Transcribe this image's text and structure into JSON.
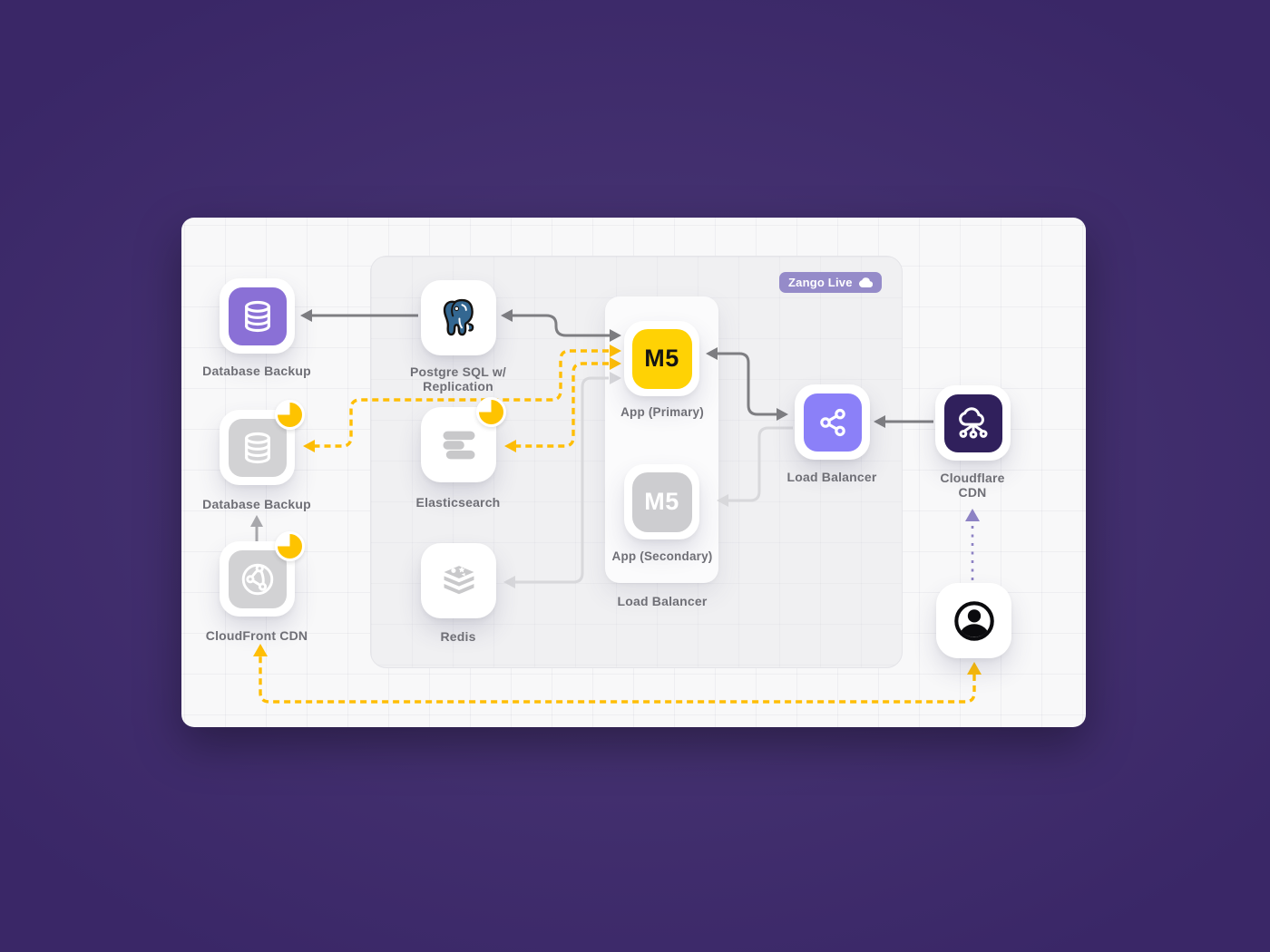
{
  "badge": {
    "label": "Zango Live",
    "icon": "cloud-icon",
    "bg": "#958bc9"
  },
  "nodes": {
    "db_backup_top": {
      "label": "Database Backup"
    },
    "postgres": {
      "label": "Postgre SQL w/\nReplication"
    },
    "db_backup_mid": {
      "label": "Database Backup"
    },
    "elasticsearch": {
      "label": "Elasticsearch"
    },
    "cloudfront": {
      "label": "CloudFront CDN"
    },
    "redis": {
      "label": "Redis"
    },
    "app_primary": {
      "label": "App (Primary)",
      "icon_text": "M5"
    },
    "app_secondary": {
      "label": "App (Secondary)",
      "icon_text": "M5"
    },
    "lb_group": {
      "label": "Load Balancer"
    },
    "load_balancer": {
      "label": "Load Balancer"
    },
    "cloudflare": {
      "label": "Cloudflare\nCDN"
    }
  },
  "colors": {
    "app_primary_bg": "#ffd204",
    "app_secondary_bg": "#cdcdd0",
    "db_purple": "#8a70d6",
    "lb_purple": "#8b80f8",
    "cloudflare_purple": "#30205c",
    "muted_icon_gray": "#d2d2d4",
    "glyph_gray": "#c8c8ca",
    "arrow_dark": "#7e7e82",
    "arrow_light": "#d8d8db",
    "arrow_gray": "#a8a8ac",
    "arrow_yellow": "#ffbe05",
    "arrow_purple_dash": "#8d82c4",
    "pie_yellow": "#fec300",
    "postgres_blue": "#336791"
  }
}
